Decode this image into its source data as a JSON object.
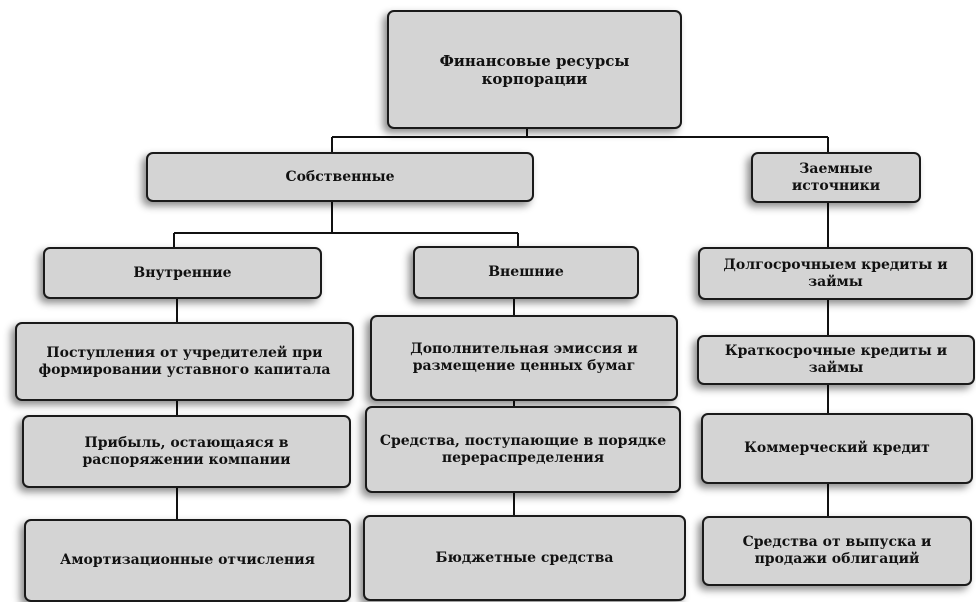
{
  "root": "Финансовые ресурсы корпорации",
  "own": {
    "label": "Собственные",
    "internal": {
      "label": "Внутренние",
      "items": [
        "Поступления от учредителей при формировании уставного капитала",
        "Прибыль, остающаяся в распоряжении компании",
        "Амортизационные отчисления"
      ]
    },
    "external": {
      "label": "Внешние",
      "items": [
        "Дополнительная эмиссия и размещение ценных бумаг",
        "Средства, поступающие в порядке перераспределения",
        "Бюджетные средства"
      ]
    }
  },
  "borrowed": {
    "label": "Заемные источники",
    "items": [
      "Долгосрочныем кредиты и займы",
      "Краткосрочные кредиты и займы",
      "Коммерческий кредит",
      "Средства от выпуска и продажи облигаций"
    ]
  }
}
